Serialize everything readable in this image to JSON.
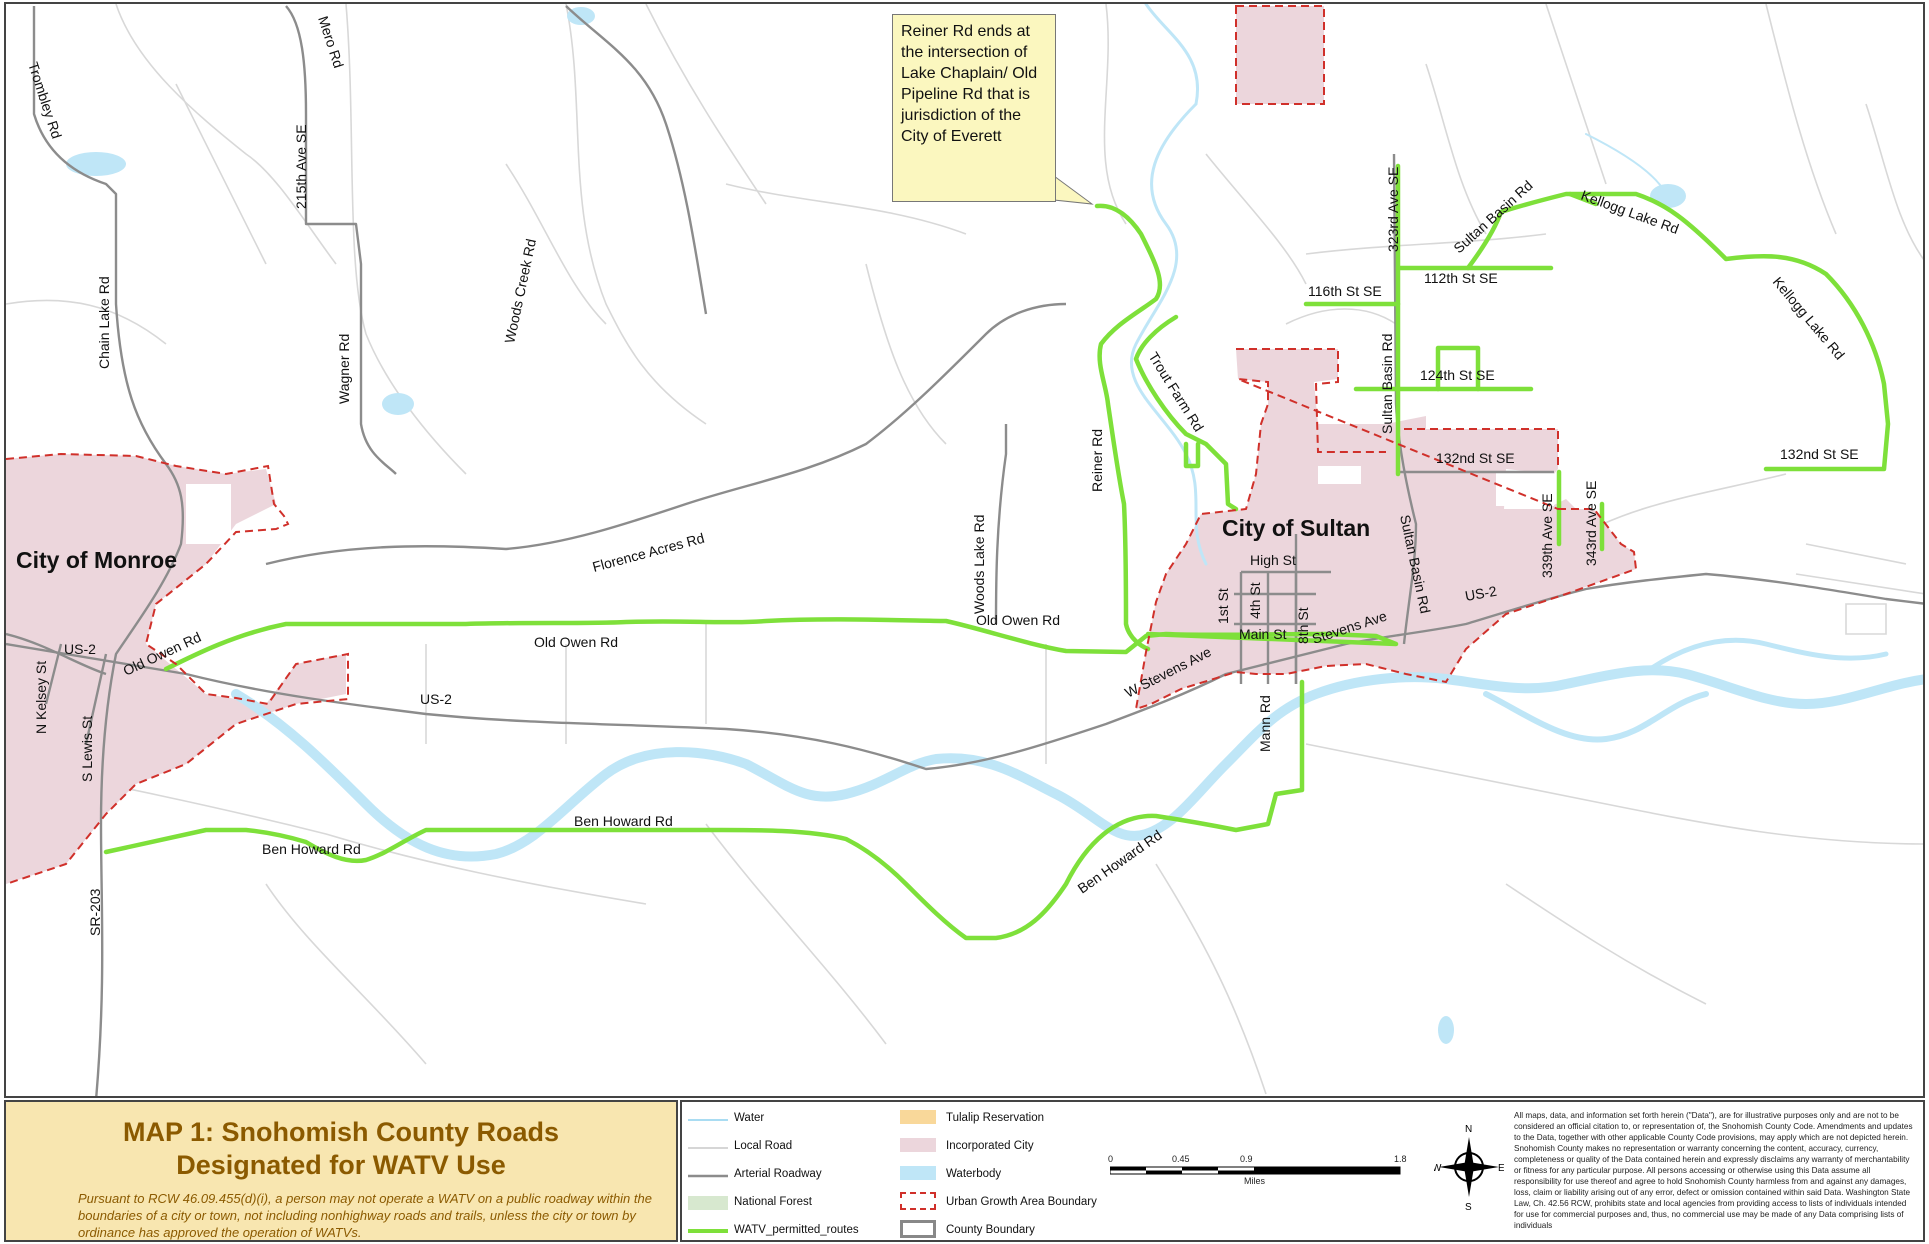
{
  "map": {
    "callout_text": "Reiner Rd ends at the intersection of Lake Chaplain/ Old Pipeline Rd that is jurisdiction of the City of Everett",
    "cities": {
      "monroe": "City of Monroe",
      "sultan": "City of Sultan"
    },
    "roads": {
      "trombley": "Trombley Rd",
      "mero": "Mero Rd",
      "ave215": "215th Ave SE",
      "chain_lake": "Chain Lake Rd",
      "woods_creek": "Woods Creek Rd",
      "wagner": "Wagner Rd",
      "florence_acres": "Florence Acres Rd",
      "woods_lake": "Woods Lake Rd",
      "reiner": "Reiner Rd",
      "trout_farm": "Trout Farm Rd",
      "old_owen_west": "Old Owen Rd",
      "old_owen_mid": "Old Owen Rd",
      "old_owen_east": "Old Owen Rd",
      "us2_west": "US-2",
      "us2_mid": "US-2",
      "us2_east": "US-2",
      "n_kelsey": "N Kelsey St",
      "s_lewis": "S Lewis St",
      "sr203": "SR-203",
      "ben_howard_west": "Ben Howard Rd",
      "ben_howard_mid": "Ben Howard Rd",
      "ben_howard_east": "Ben Howard Rd",
      "w_stevens": "W Stevens Ave",
      "stevens": "Stevens Ave",
      "main": "Main St",
      "first": "1st St",
      "fourth": "4th St",
      "eighth": "8th St",
      "high": "High St",
      "mann": "Mann Rd",
      "sultan_basin_north": "Sultan Basin Rd",
      "sultan_basin_south": "Sultan Basin Rd",
      "sultan_basin_ne": "Sultan Basin Rd",
      "ave323": "323rd Ave SE",
      "st116": "116th St SE",
      "st112": "112th St SE",
      "st124": "124th St SE",
      "st132": "132nd St SE",
      "st132_east": "132nd St SE",
      "ave339": "339th Ave SE",
      "ave343": "343rd Ave SE",
      "kellogg_north": "Kellogg Lake Rd",
      "kellogg_east": "Kellogg Lake Rd"
    }
  },
  "title_panel": {
    "title_line1": "MAP 1: Snohomish County Roads",
    "title_line2": "Designated for WATV Use",
    "note": "Pursuant to RCW 46.09.455(d)(i), a person may not operate a WATV on a public roadway within the boundaries of a city or town, not including nonhighway roads and trails, unless the city or town by ordinance has approved the operation of WATVs."
  },
  "legend": {
    "items": {
      "water": "Water",
      "local_road": "Local Road",
      "arterial": "Arterial Roadway",
      "national_forest": "National Forest",
      "watv": "WATV_permitted_routes",
      "tulalip": "Tulalip Reservation",
      "incorporated": "Incorporated City",
      "waterbody": "Waterbody",
      "uga": "Urban Growth Area Boundary",
      "county": "County Boundary"
    },
    "scale": {
      "t0": "0",
      "t1": "0.45",
      "t2": "0.9",
      "t3": "1.8",
      "unit": "Miles"
    },
    "compass": {
      "n": "N",
      "s": "S",
      "e": "E",
      "w": "W"
    },
    "disclaimer": "All maps, data, and information set forth herein (\"Data\"), are for illustrative purposes only and are not to be considered an official citation to, or representation of, the Snohomish County Code. Amendments and updates to the Data, together with other applicable County Code provisions, may apply which are not depicted herein. Snohomish County makes no representation or warranty concerning the content, accuracy, currency, completeness or quality of the Data contained herein and expressly disclaims any warranty of merchantability or fitness for any particular purpose. All persons accessing or otherwise using this Data assume all responsibility for use thereof and agree to hold Snohomish County harmless from and against any damages, loss, claim or liability arising out of any error, defect or omission contained within said Data. Washington State Law, Ch. 42.56 RCW, prohibits state and local agencies from providing access to lists of individuals intended for use for commercial purposes and, thus, no commercial use may be made of any Data comprising lists of individuals"
  },
  "colors": {
    "watv": "#7ee03a",
    "water": "#bfe6f7",
    "incorporated": "#ecd6dc",
    "uga": "#d0302a",
    "arterial": "#8c8c8c",
    "local": "#d6d6d6",
    "tulalip": "#f9d89a",
    "forest": "#d7e8cf",
    "title_bg": "#f8e6b0",
    "title_text": "#8b5a00",
    "callout_bg": "#fbf7bf"
  }
}
